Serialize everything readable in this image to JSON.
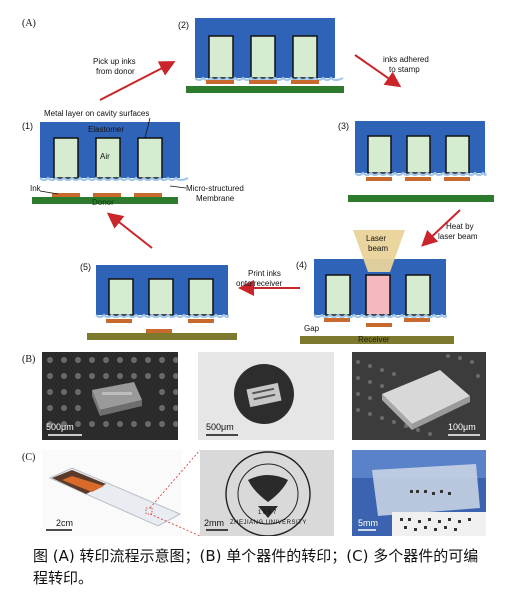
{
  "figure": {
    "part_a": {
      "panel_label": "(A)",
      "steps": {
        "s1": "(1)",
        "s2": "(2)",
        "s3": "(3)",
        "s4": "(4)",
        "s5": "(5)"
      },
      "annotations": {
        "pick_up_line1": "Pick up inks",
        "pick_up_line2": "from donor",
        "adhered_line1": "inks adhered",
        "adhered_line2": "to stamp",
        "metal_layer": "Metal layer on cavity surfaces",
        "elastomer": "Elastomer",
        "air": "Air",
        "ink": "Ink",
        "donor": "Donor",
        "membrane_line1": "Micro-structured",
        "membrane_line2": "Membrane",
        "heat_line1": "Heat by",
        "heat_line2": "laser beam",
        "laser_line1": "Laser",
        "laser_line2": "beam",
        "print_line1": "Print inks",
        "print_line2": "onto receiver",
        "gap": "Gap",
        "receiver": "Receiver"
      }
    },
    "part_b": {
      "panel_label": "(B)",
      "scales": [
        "500μm",
        "500μm",
        "100μm"
      ]
    },
    "part_c": {
      "panel_label": "(C)",
      "scales": [
        "2cm",
        "2mm",
        "5mm"
      ],
      "seal_year": "1 8 9 7",
      "seal_text": "ZHEJIANG UNIVERSITY"
    }
  },
  "caption": "图 (A) 转印流程示意图；(B) 单个器件的转印；(C) 多个器件的可编程转印。",
  "colors": {
    "elastomer": "#2e63b8",
    "cavity": "#d6ecd0",
    "ink": "#c8692e",
    "donor": "#2d7a2d",
    "receiver": "#7d7a2e",
    "arrow": "#c9252b",
    "laser": "#ead39a"
  }
}
